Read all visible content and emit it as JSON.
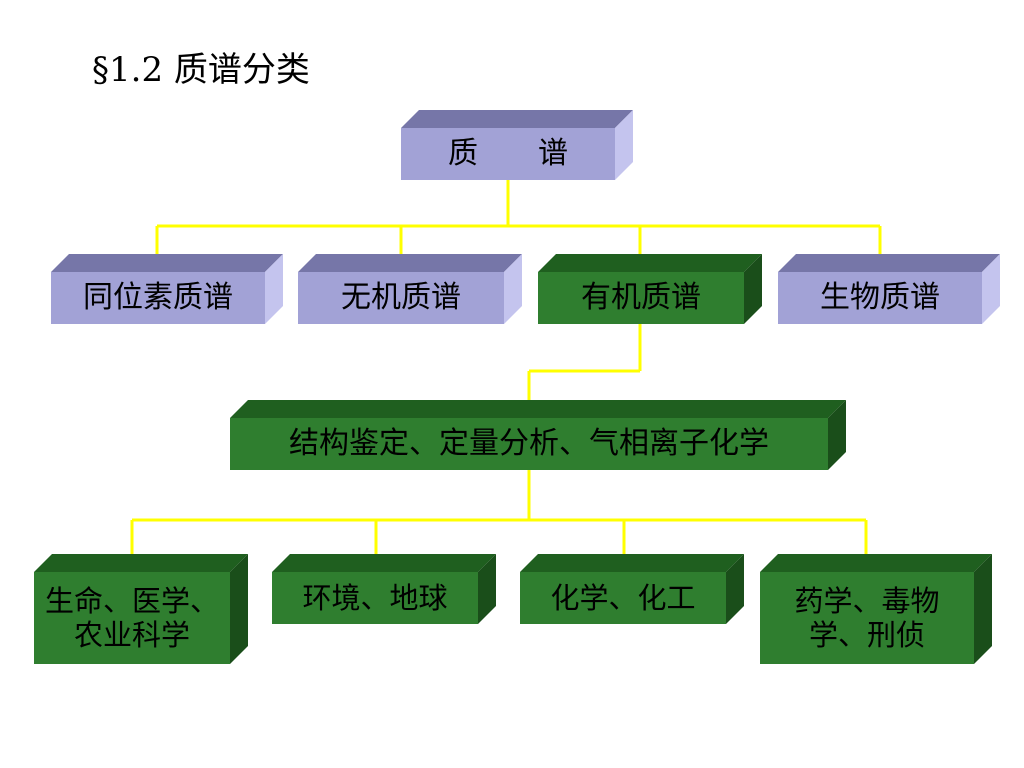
{
  "title": "§1.2  质谱分类",
  "root": {
    "label": "质　　谱"
  },
  "level1": [
    {
      "label": "同位素质谱"
    },
    {
      "label": "无机质谱"
    },
    {
      "label": "有机质谱"
    },
    {
      "label": "生物质谱"
    }
  ],
  "level2": {
    "label": "结构鉴定、定量分析、气相离子化学"
  },
  "level3": [
    {
      "label": "生命、医学、农业科学"
    },
    {
      "label": "环境、地球"
    },
    {
      "label": "化学、化工"
    },
    {
      "label": "药学、毒物学、刑侦"
    }
  ],
  "colors": {
    "purple_front": "#a2a2d6",
    "green_front": "#2f7e2f",
    "connector": "#ffff00"
  }
}
